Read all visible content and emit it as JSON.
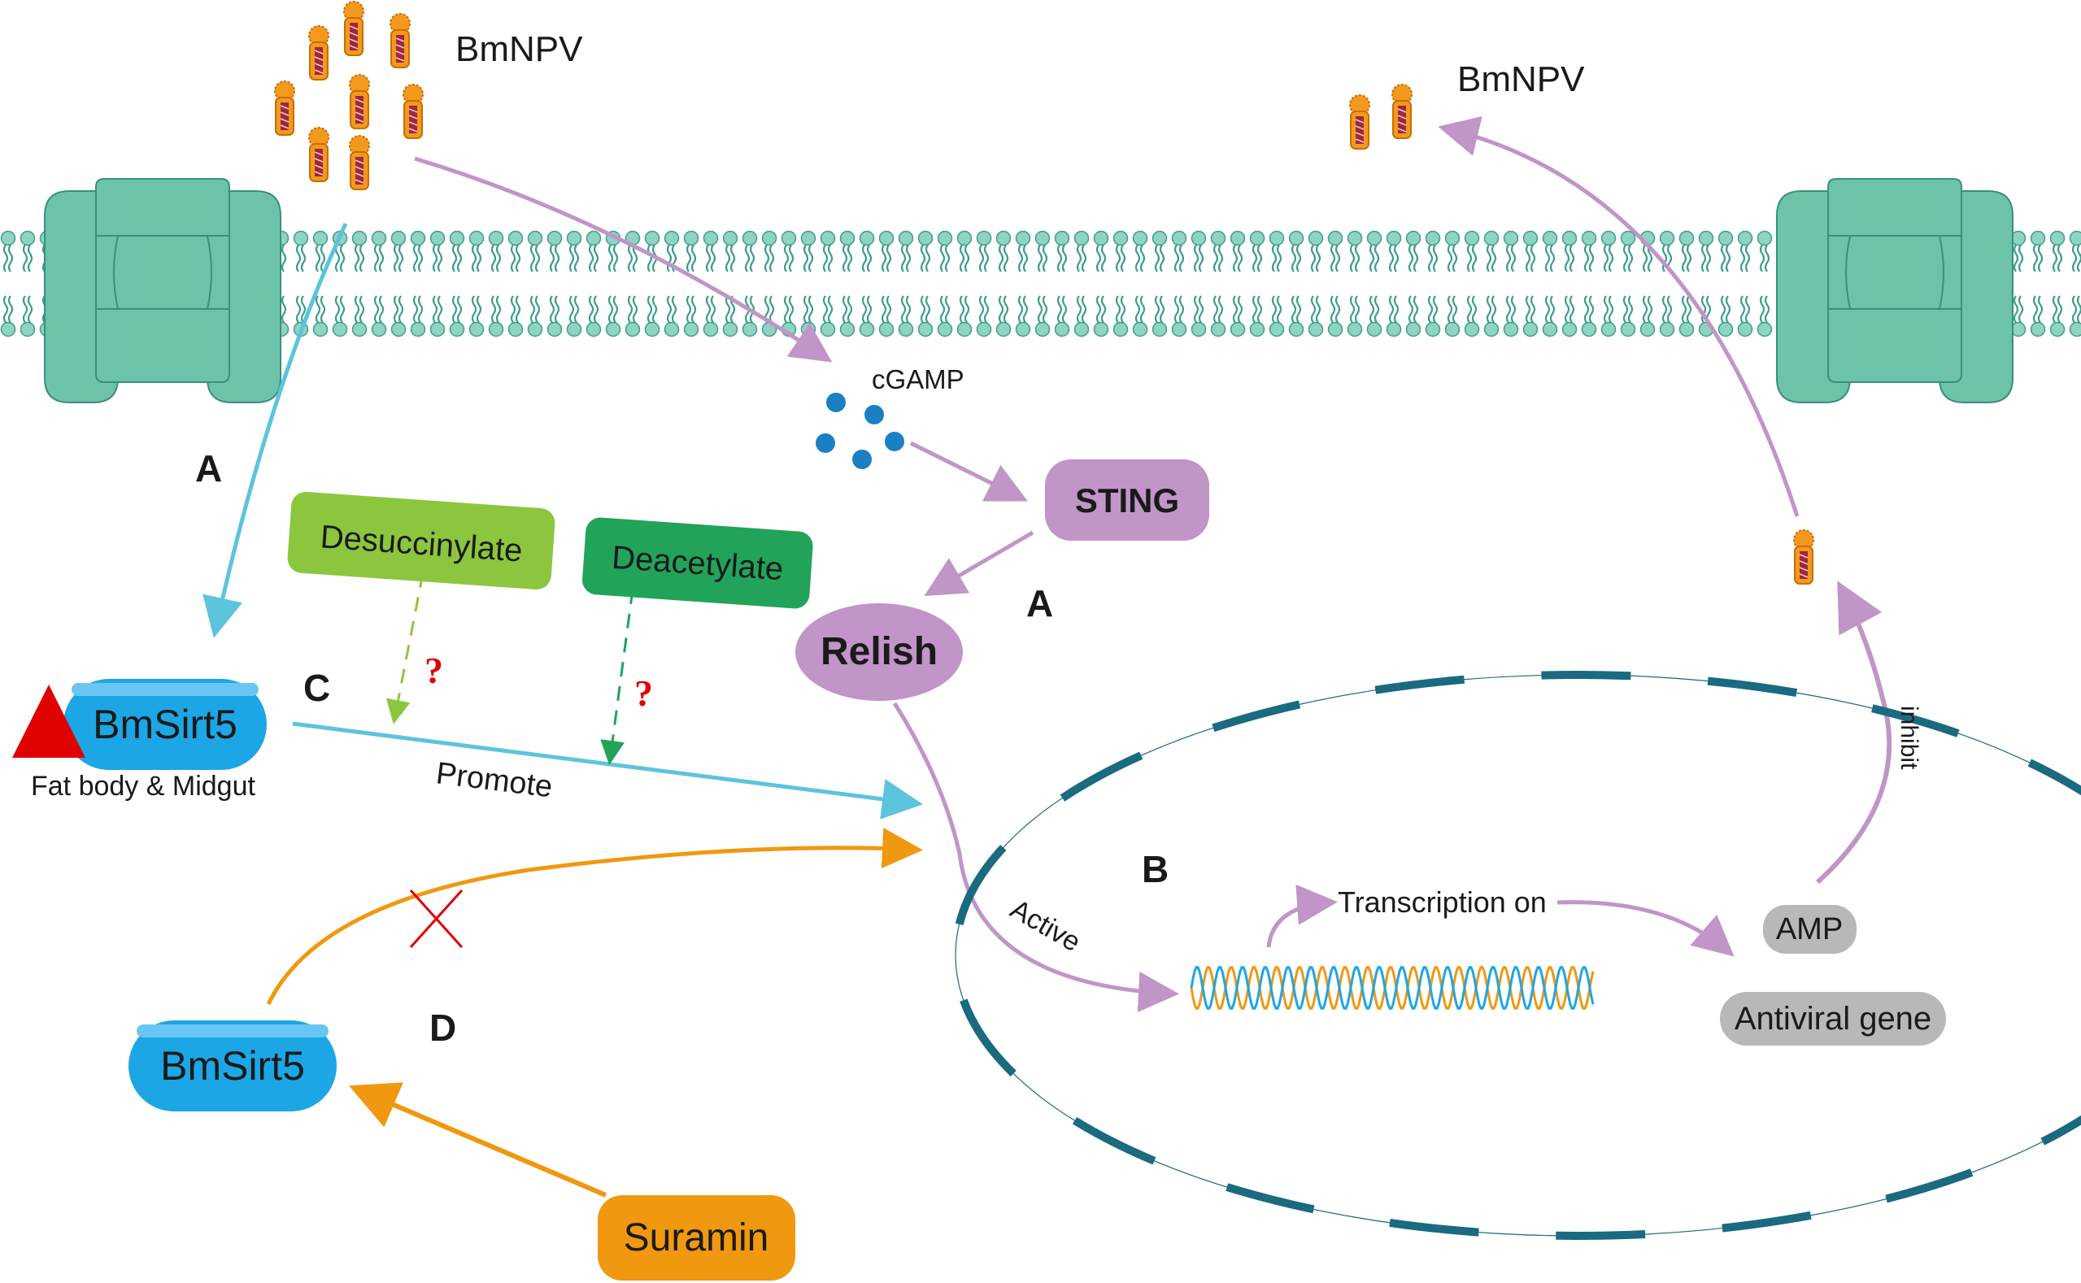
{
  "labels": {
    "virus_left": "BmNPV",
    "virus_right": "BmNPV",
    "cgamp": "cGAMP",
    "sting": "STING",
    "relish": "Relish",
    "desuccinylate": "Desuccinylate",
    "deacetylate": "Deacetylate",
    "question1": "?",
    "question2": "?",
    "bmsirt5_top": "BmSirt5",
    "fat_body": "Fat body & Midgut",
    "promote": "Promote",
    "active": "Active",
    "transcription": "Transcription on",
    "amp": "AMP",
    "antiviral": "Antiviral gene",
    "inhibit": "inhibit",
    "bmsirt5_bottom": "BmSirt5",
    "suramin": "Suramin"
  },
  "panel_letters": {
    "a_left": "A",
    "a_right": "A",
    "b": "B",
    "c": "C",
    "d": "D"
  },
  "colors": {
    "membrane": "#73c7b2",
    "membrane_dark": "#3e9e8a",
    "channel": "#6cc3aa",
    "purple": "#c195c8",
    "cyan": "#5cc4dc",
    "orange": "#f0980f",
    "green_light": "#8cc63f",
    "green_dark": "#22a35a",
    "blue_pill": "#1ca6e5",
    "gray_pill": "#b8b8b8",
    "nucleus_dash": "#1a6a80",
    "dot_blue": "#1b7fc4",
    "red": "#e00000"
  }
}
